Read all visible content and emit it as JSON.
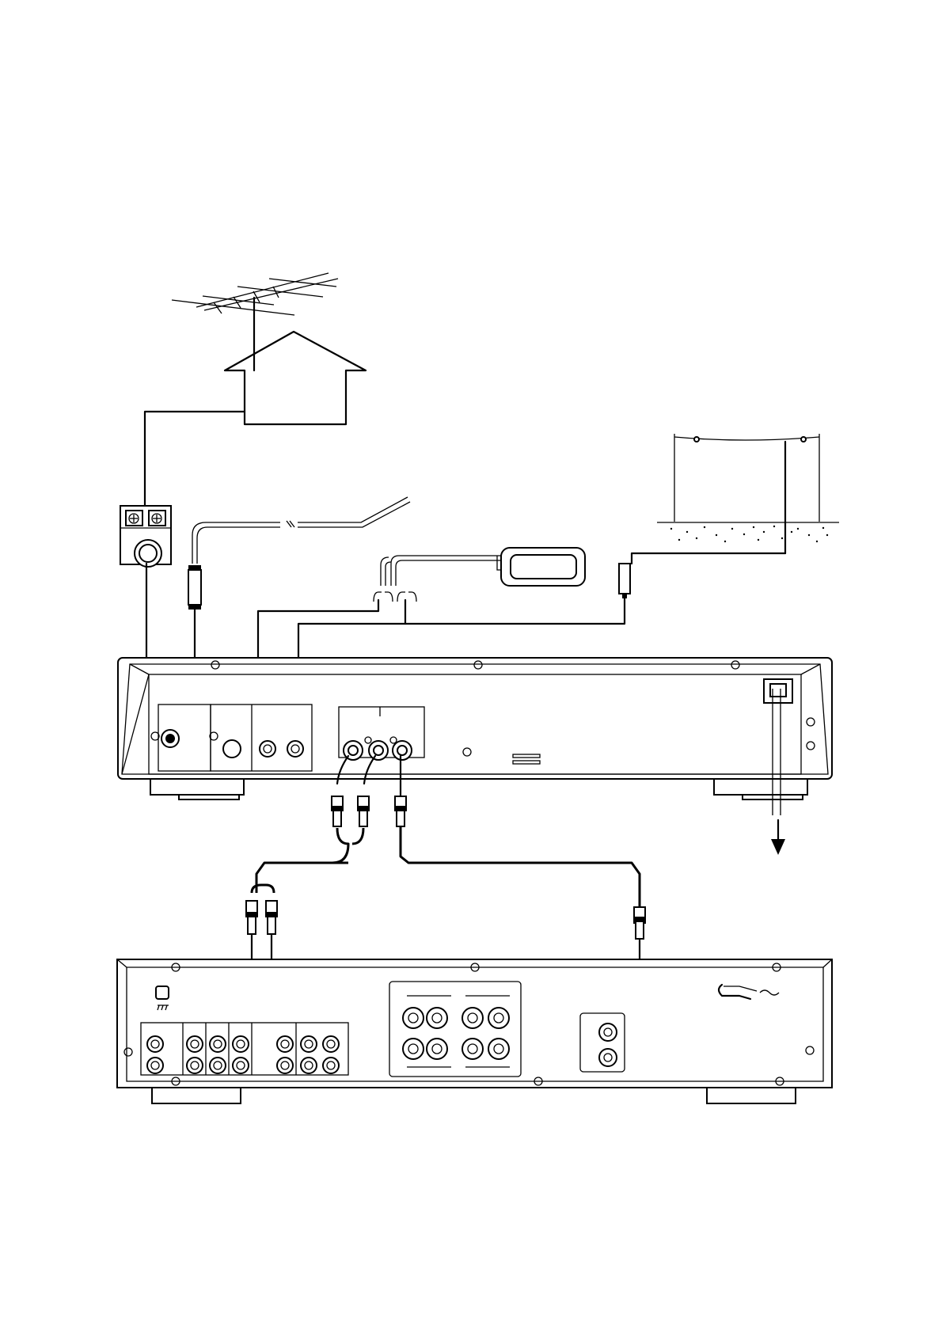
{
  "diagram": {
    "description_text": "",
    "components": [
      {
        "id": "tv-antenna",
        "icon": "roof-antenna-icon"
      },
      {
        "id": "house",
        "icon": "house-icon"
      },
      {
        "id": "antenna-wall-outlet",
        "icon": "wall-outlet-icon"
      },
      {
        "id": "fm-wire-antenna",
        "icon": "wire-antenna-icon"
      },
      {
        "id": "am-loop-antenna",
        "icon": "loop-antenna-icon"
      },
      {
        "id": "outdoor-am-antenna",
        "icon": "outdoor-antenna-icon"
      },
      {
        "id": "tuner-rear-panel",
        "icon": "tuner-icon"
      },
      {
        "id": "amplifier-rear-panel",
        "icon": "amplifier-icon"
      },
      {
        "id": "ac-outlet-arrow",
        "icon": "arrow-down-icon"
      }
    ],
    "colors": {
      "line": "#000000",
      "background": "#ffffff"
    }
  }
}
